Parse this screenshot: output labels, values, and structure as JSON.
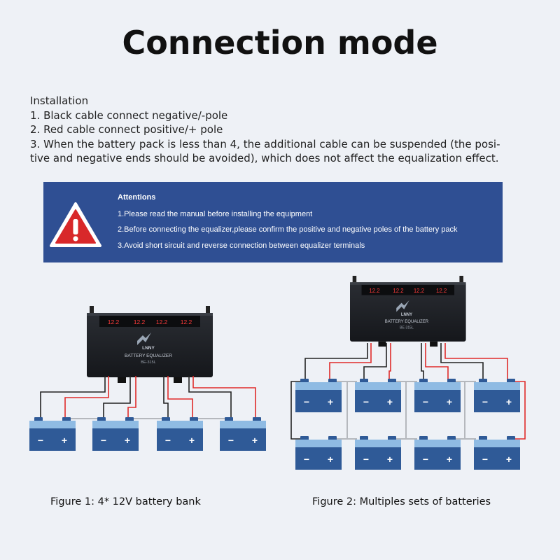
{
  "title": "Connection mode",
  "installation": {
    "heading": "Installation",
    "lines": [
      "1. Black cable connect negative/-pole",
      "2. Red cable connect positive/+ pole",
      "3. When the battery pack is less than 4, the additional cable can be suspended (the posi-",
      "tive and negative ends should be avoided), which does not affect the equalization effect."
    ]
  },
  "attentions": {
    "heading": "Attentions",
    "items": [
      "1.Please read the manual before installing the equipment",
      "2.Before connecting  the equalizer,please confirm the positive and negative poles of the battery pack",
      "3.Avoid short sircuit and reverse connection between equalizer terminals"
    ],
    "icon": "warning-triangle-icon"
  },
  "device": {
    "display_value": "12.2",
    "brand": "LNNY",
    "product_label": "BATTERY EQUALIZER",
    "model": "BE-315L"
  },
  "battery": {
    "negative_symbol": "−",
    "positive_symbol": "+"
  },
  "figures": [
    {
      "caption": "Figure 1: 4* 12V battery bank"
    },
    {
      "caption": "Figure 2: Multiples sets of  batteries"
    }
  ],
  "colors": {
    "background": "#eef1f6",
    "attention_panel": "#2f4f93",
    "warning_red": "#d8282a",
    "battery_body": "#2f5a97",
    "battery_top": "#8fbbe3",
    "red_wire": "#e02a2a",
    "black_wire": "#222222",
    "gray_wire": "#b5b8bd",
    "display_red": "#ff3b3b"
  }
}
